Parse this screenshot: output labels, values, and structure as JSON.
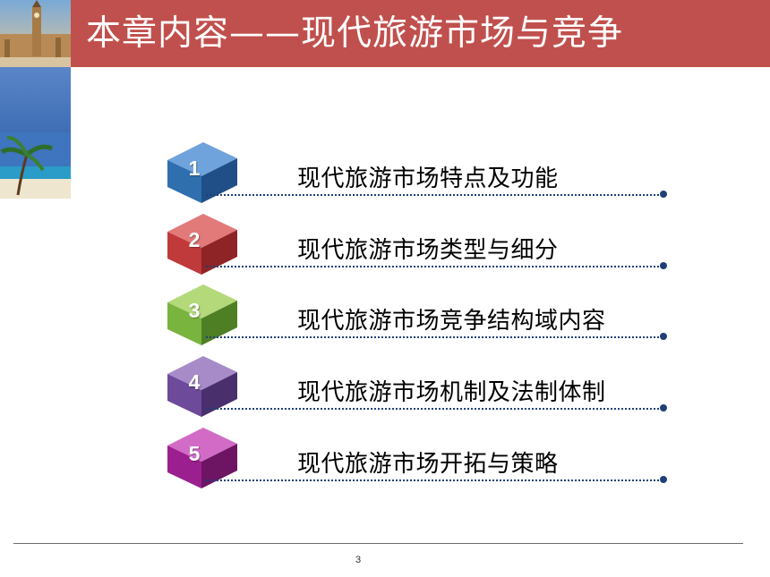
{
  "header": {
    "title": "本章内容——现代旅游市场与竞争"
  },
  "items": [
    {
      "number": "1",
      "label": "现代旅游市场特点及功能",
      "color": "#2f6fae"
    },
    {
      "number": "2",
      "label": "现代旅游市场类型与细分",
      "color": "#c0393b"
    },
    {
      "number": "3",
      "label": "现代旅游市场竞争结构域内容",
      "color": "#79b43f"
    },
    {
      "number": "4",
      "label": "现代旅游市场机制及法制体制",
      "color": "#6e4a9a"
    },
    {
      "number": "5",
      "label": "现代旅游市场开拓与策略",
      "color": "#9c1f8f"
    }
  ],
  "footer": {
    "page_number": "3"
  },
  "images": {
    "top": "big-ben-london-photo",
    "bottom": "palm-beach-photo"
  }
}
